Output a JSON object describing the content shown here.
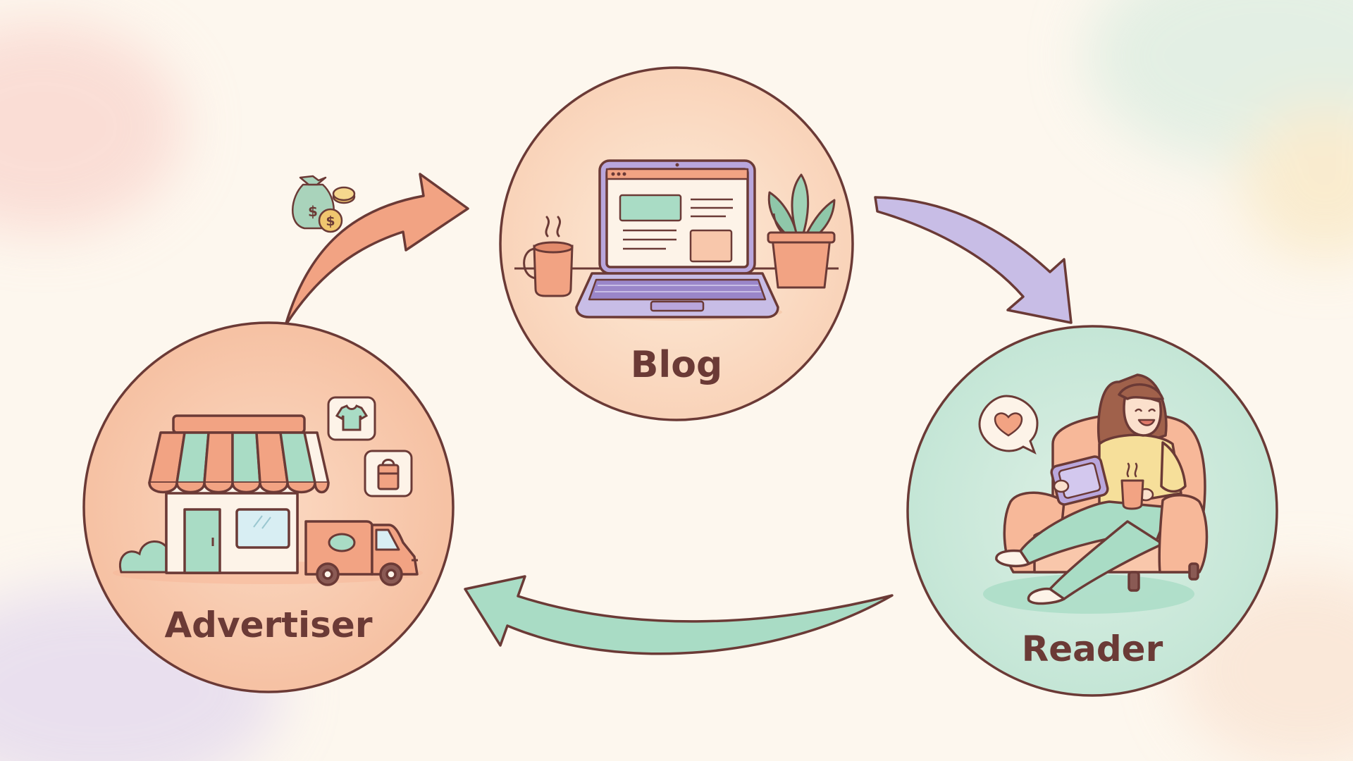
{
  "nodes": {
    "blog": {
      "label": "Blog",
      "icon": "laptop-icon"
    },
    "advertiser": {
      "label": "Advertiser",
      "icon": "storefront-icon"
    },
    "reader": {
      "label": "Reader",
      "icon": "reader-in-armchair-icon"
    }
  },
  "flows": [
    {
      "from": "advertiser",
      "to": "blog",
      "icon": "money-bag-icon",
      "color": "#f2a080"
    },
    {
      "from": "blog",
      "to": "reader",
      "color": "#c6b9e3"
    },
    {
      "from": "reader",
      "to": "advertiser",
      "color": "#a9dcc5"
    }
  ],
  "colors": {
    "background": "#fdf7ee",
    "outline": "#6b3a36",
    "peach": "#f7c9ad",
    "mint": "#cde9dc",
    "lavender": "#cfc3ea",
    "coin": "#f0c66f"
  }
}
